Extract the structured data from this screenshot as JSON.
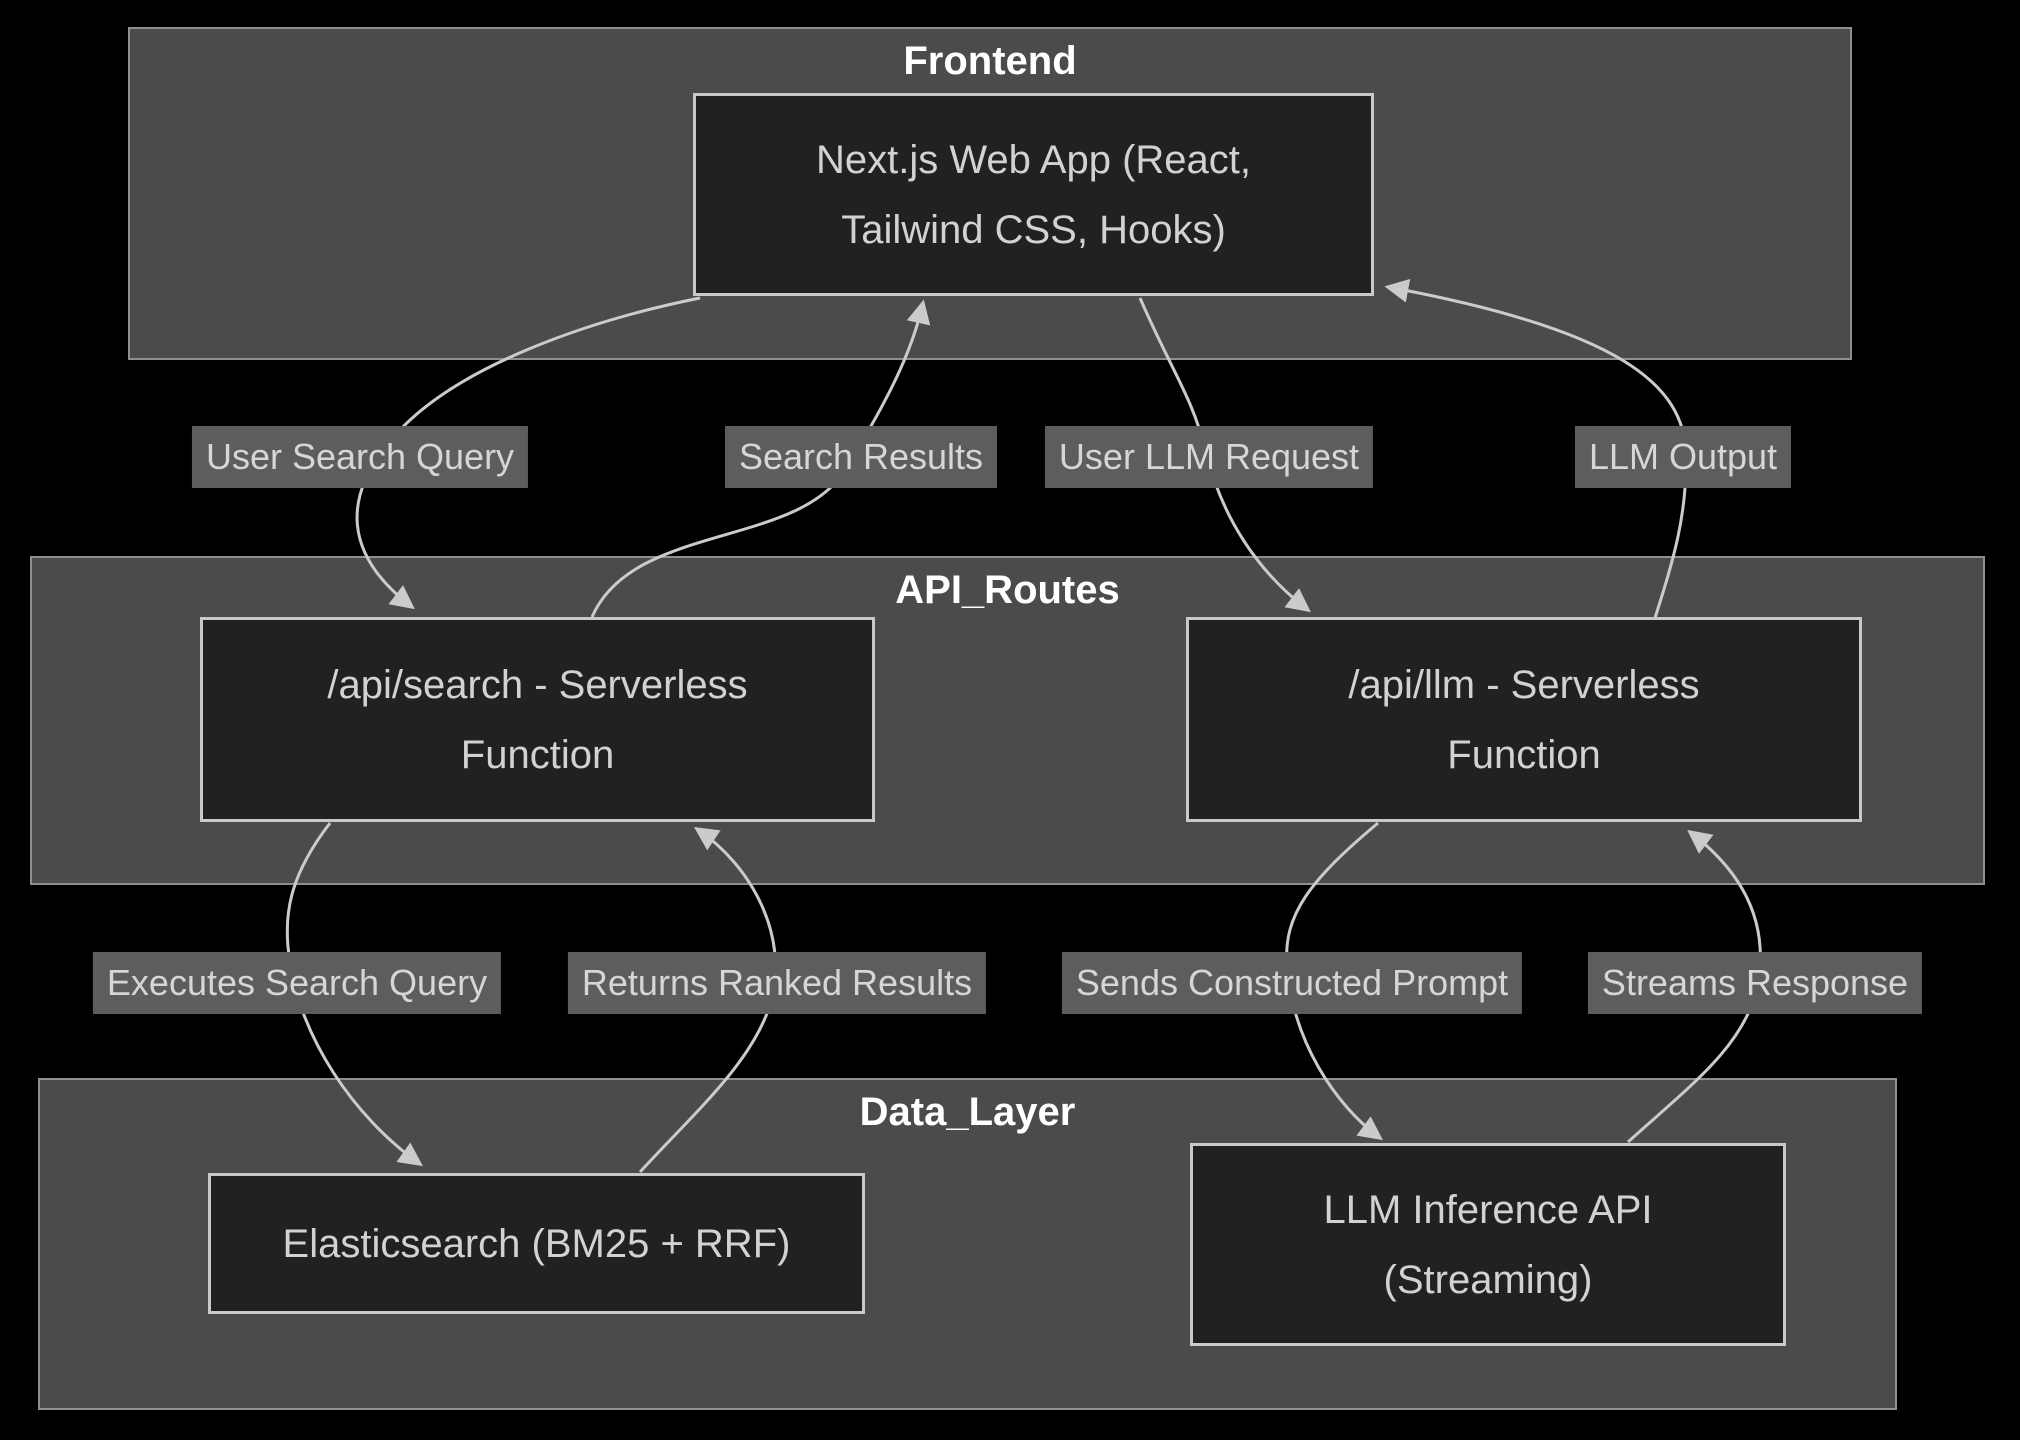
{
  "diagram_type": "flowchart",
  "colors": {
    "background": "#000000",
    "cluster_fill": "#4a4b4b",
    "cluster_border": "#8f8f8f",
    "cluster_title_text": "#ffffff",
    "node_fill": "#202222",
    "node_border": "#c9c9c9",
    "node_text": "#d2d2d2",
    "edge_line": "#cbcbcb",
    "edge_label_bg": "#5d5d5d",
    "edge_label_text": "#d6d6d6"
  },
  "clusters": {
    "frontend": {
      "title": "Frontend"
    },
    "api_routes": {
      "title": "API_Routes"
    },
    "data_layer": {
      "title": "Data_Layer"
    }
  },
  "nodes": {
    "nextjs_web_app": {
      "line1": "Next.js Web App (React,",
      "line2": "Tailwind CSS, Hooks)"
    },
    "api_search": {
      "line1": "/api/search - Serverless",
      "line2": "Function"
    },
    "api_llm": {
      "line1": "/api/llm - Serverless",
      "line2": "Function"
    },
    "elasticsearch": {
      "line1": "Elasticsearch (BM25 + RRF)"
    },
    "llm_inference_api": {
      "line1": "LLM Inference API",
      "line2": "(Streaming)"
    }
  },
  "edge_labels": {
    "user_search_query": "User Search Query",
    "search_results": "Search Results",
    "user_llm_request": "User LLM Request",
    "llm_output": "LLM Output",
    "executes_search_query": "Executes Search Query",
    "returns_ranked_results": "Returns Ranked Results",
    "sends_constructed_prompt": "Sends Constructed Prompt",
    "streams_response": "Streams Response"
  }
}
